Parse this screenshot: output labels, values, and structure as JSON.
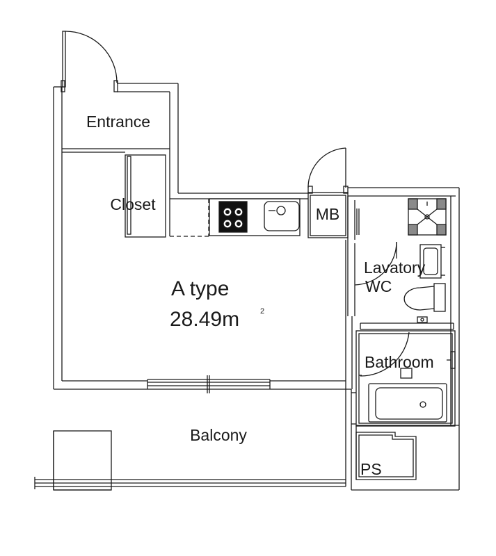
{
  "plan": {
    "type_label": "A type",
    "area_value": "28.49m",
    "area_unit_sup": "2"
  },
  "rooms": {
    "entrance": "Entrance",
    "closet": "Closet",
    "mb": "MB",
    "lavatory": "Lavatory",
    "wc": "WC",
    "bathroom": "Bathroom",
    "balcony": "Balcony",
    "ps": "PS"
  }
}
